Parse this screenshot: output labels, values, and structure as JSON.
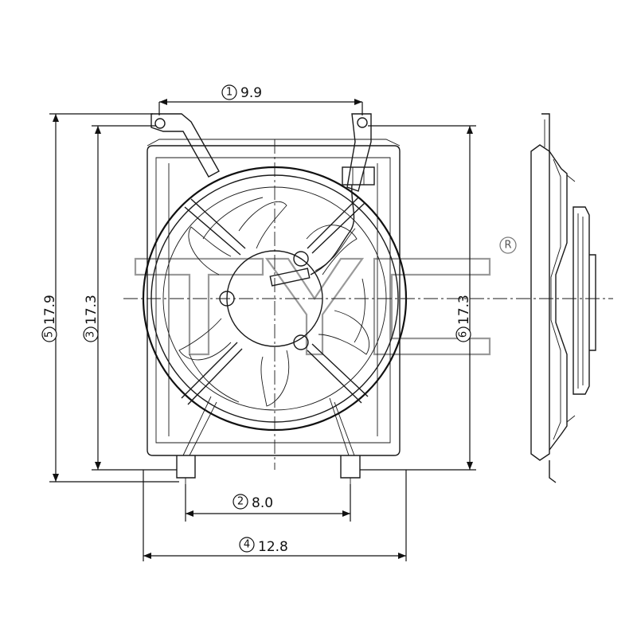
{
  "dimensions": [
    {
      "id": "1",
      "value": "9.9",
      "orientation": "horizontal"
    },
    {
      "id": "2",
      "value": "8.0",
      "orientation": "horizontal"
    },
    {
      "id": "3",
      "value": "17.3",
      "orientation": "vertical"
    },
    {
      "id": "4",
      "value": "12.8",
      "orientation": "horizontal"
    },
    {
      "id": "5",
      "value": "17.9",
      "orientation": "vertical"
    },
    {
      "id": "6",
      "value": "17.3",
      "orientation": "vertical"
    }
  ],
  "watermark": {
    "text": "TYC",
    "registered_mark": "R"
  }
}
